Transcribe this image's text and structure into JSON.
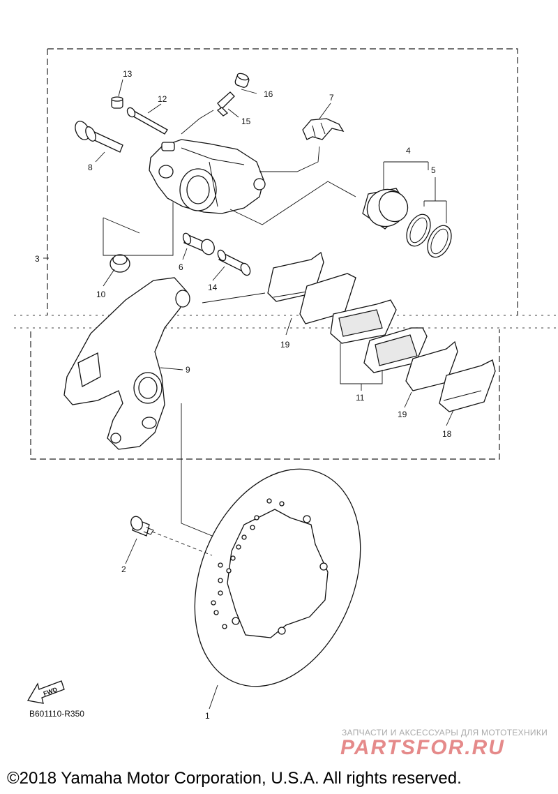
{
  "callouts": {
    "p1": "1",
    "p2": "2",
    "p3": "3",
    "p4": "4",
    "p5": "5",
    "p6": "6",
    "p7": "7",
    "p8": "8",
    "p9": "9",
    "p10": "10",
    "p11": "11",
    "p12": "12",
    "p13": "13",
    "p14": "14",
    "p15": "15",
    "p16": "16",
    "p18": "18",
    "p19a": "19",
    "p19b": "19"
  },
  "fwd_label": "FWD",
  "reference_code": "B601110-R350",
  "watermark": {
    "tagline": "ЗАПЧАСТИ И АКСЕССУАРЫ ДЛЯ МОТОТЕХНИКИ",
    "logo": "PARTSFOR.RU"
  },
  "copyright": "©2018 Yamaha Motor Corporation, U.S.A. All rights reserved."
}
